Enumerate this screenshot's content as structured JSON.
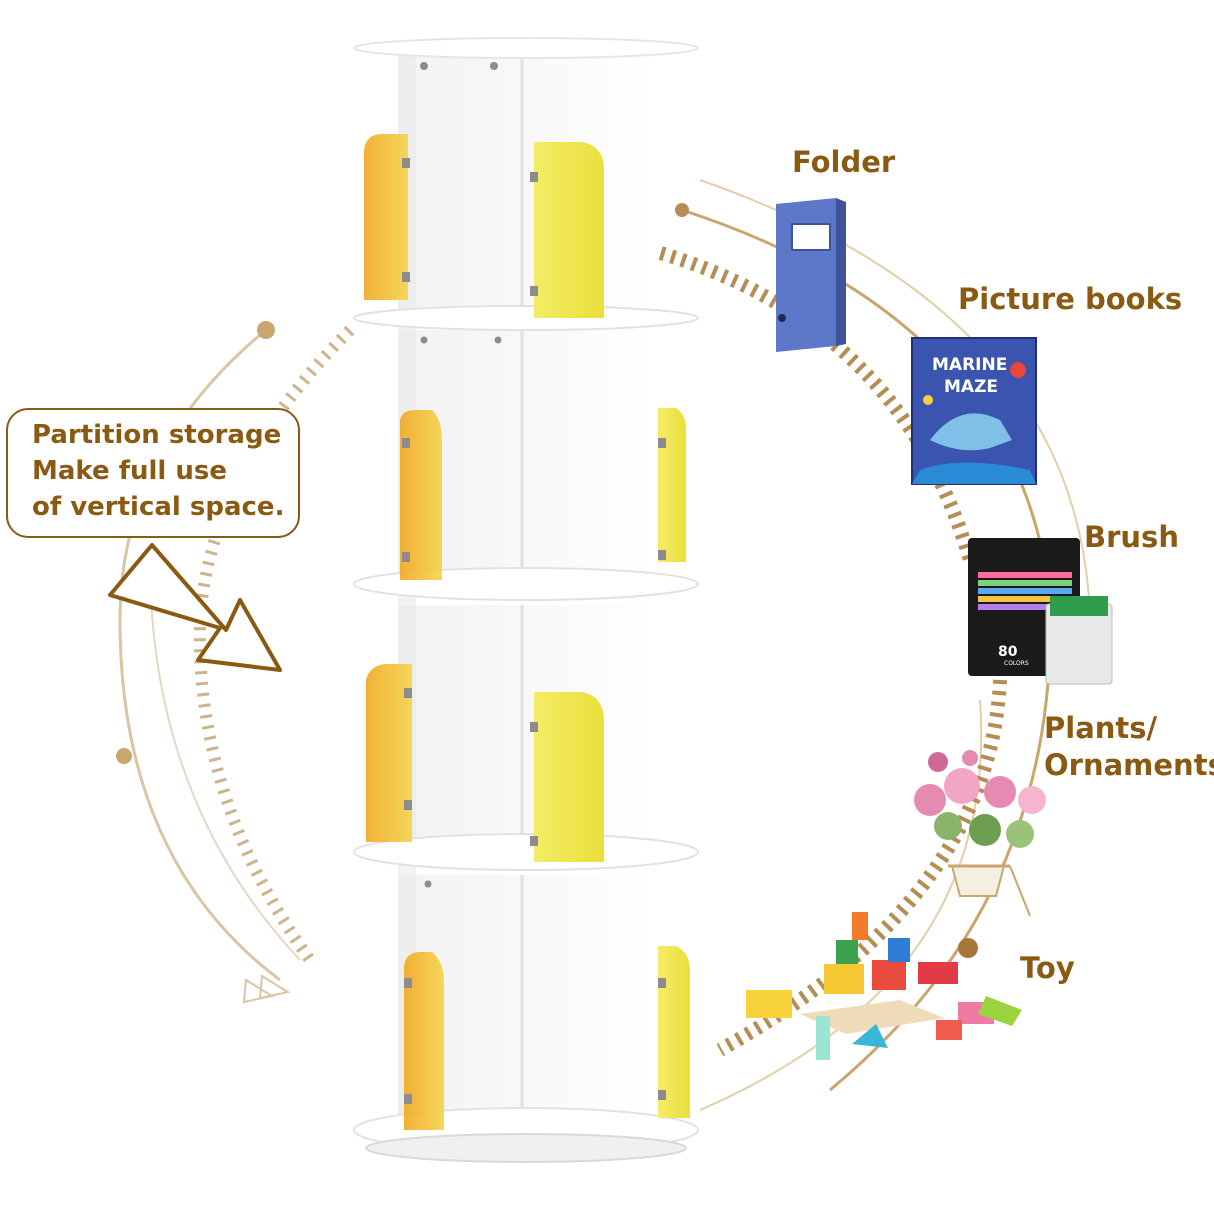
{
  "callout": {
    "lines": [
      "Partition storage",
      "Make full use",
      "of vertical space."
    ]
  },
  "items": [
    {
      "label": "Folder",
      "icon": "folder-icon"
    },
    {
      "label": "Picture books",
      "icon": "picture-book-icon",
      "book_title_1": "MARINE",
      "book_title_2": "MAZE"
    },
    {
      "label": "Brush",
      "icon": "marker-set-icon",
      "box_text_1": "80",
      "box_text_2": "COLORS"
    },
    {
      "label": "Plants/",
      "label2": "Ornaments",
      "icon": "flower-pot-icon"
    },
    {
      "label": "Toy",
      "icon": "toy-blocks-icon"
    }
  ],
  "colors": {
    "accent": "#8a5a12",
    "arc": "#b58d55",
    "panel_yellow": "#f2ea5a",
    "panel_edge": "#e8a21a",
    "shelf_white": "#ffffff"
  }
}
